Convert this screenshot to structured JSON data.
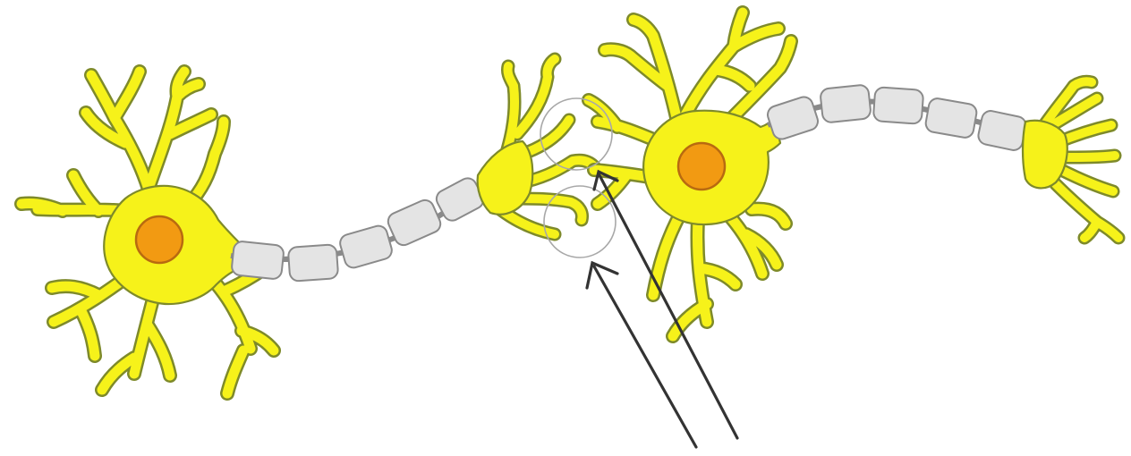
{
  "colors": {
    "neuron_fill": "#f6f21a",
    "neuron_outline": "#7e8a2a",
    "nucleus_fill": "#f29a12",
    "nucleus_outline": "#b86a10",
    "myelin_fill": "#e4e4e4",
    "myelin_outline": "#8a8a8a",
    "synapse_outline": "#a8a8a8",
    "arrow": "#333333"
  },
  "diagram": {
    "neuron_count": 2,
    "myelin_segments_first_axon": 5,
    "myelin_segments_second_axon": 5,
    "synapse_markers": 2,
    "pointer_arrows": 2
  }
}
